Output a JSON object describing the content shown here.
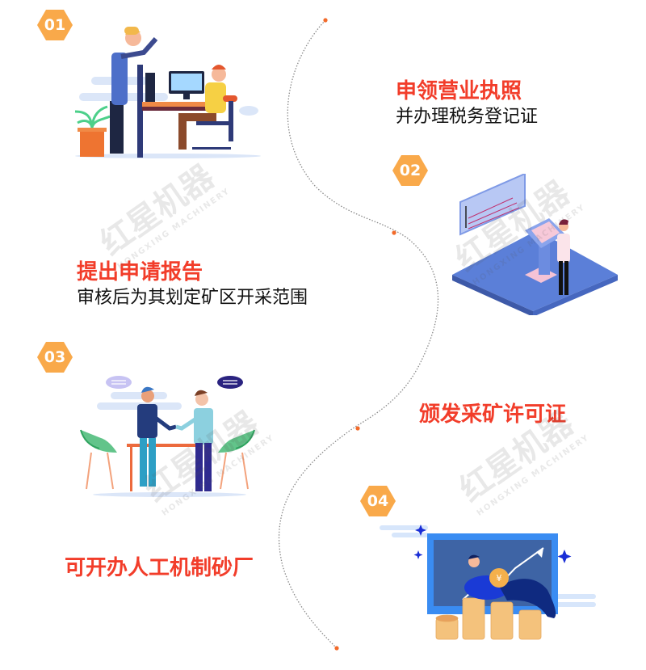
{
  "colors": {
    "title_red": "#f23d2a",
    "badge_orange": "#f9a94a",
    "path_gray": "#888888",
    "dot_orange": "#f26a2a",
    "illustration_blue": "#3f73e6"
  },
  "steps": [
    {
      "badge": "01",
      "title": "申领营业执照",
      "subtitle": "并办理税务登记证",
      "illustration": "office-discussion-illustration"
    },
    {
      "badge": "02",
      "title": "提出申请报告",
      "subtitle": "审核后为其划定矿区开采范围",
      "illustration": "kiosk-application-illustration"
    },
    {
      "badge": "03",
      "title": "颁发采矿许可证",
      "subtitle": "",
      "illustration": "handshake-illustration"
    },
    {
      "badge": "04",
      "title": "可开办人工机制砂厂",
      "subtitle": "",
      "illustration": "coins-growth-illustration"
    }
  ],
  "watermark": {
    "cn": "红星机器",
    "en": "HONGXING MACHINERY"
  }
}
